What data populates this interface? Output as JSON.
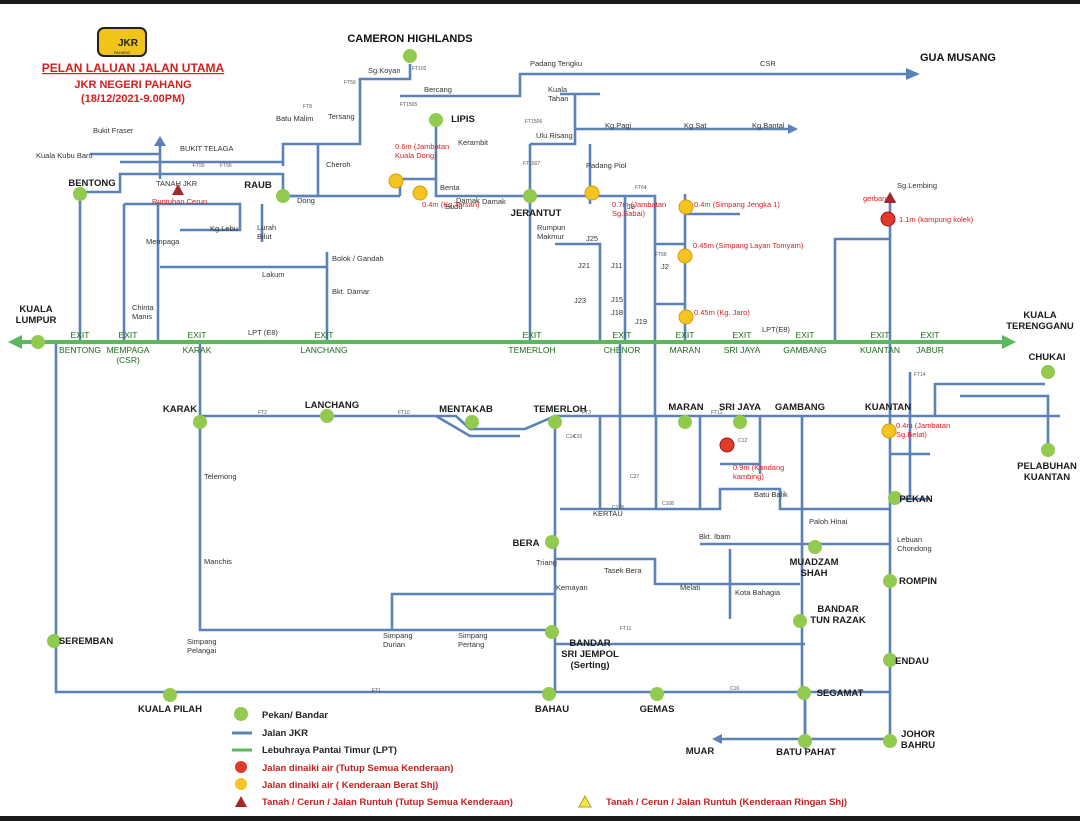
{
  "title": {
    "line1": "PELAN LALUAN JALAN UTAMA",
    "line2": "JKR NEGERI PAHANG",
    "line3": "(18/12/2021-9.00PM)",
    "logo_text": "JKR",
    "logo_sub": "PAHANG"
  },
  "colors": {
    "town": "#92c94f",
    "road": "#5b82b8",
    "lpt": "#5cb85c",
    "flood_all": "#e03a2a",
    "flood_heavy": "#f4c521",
    "landslide": "#a8262a",
    "text_red": "#d21f1f"
  },
  "towns": [
    {
      "name": "CAMERON HIGHLANDS"
    },
    {
      "name": "BENTONG"
    },
    {
      "name": "RAUB"
    },
    {
      "name": "LIPIS"
    },
    {
      "name": "JERANTUT"
    },
    {
      "name": "KUALA\nLUMPUR"
    },
    {
      "name": "KUALA\nTERENGGANU"
    },
    {
      "name": "CHUKAI"
    },
    {
      "name": "KARAK"
    },
    {
      "name": "LANCHANG"
    },
    {
      "name": "MENTAKAB"
    },
    {
      "name": "TEMERLOH"
    },
    {
      "name": "MARAN"
    },
    {
      "name": "SRI JAYA"
    },
    {
      "name": "GAMBANG"
    },
    {
      "name": "KUANTAN"
    },
    {
      "name": "PELABUHAN\nKUANTAN"
    },
    {
      "name": "PEKAN"
    },
    {
      "name": "MUADZAM\nSHAH"
    },
    {
      "name": "ROMPIN"
    },
    {
      "name": "BERA"
    },
    {
      "name": "BANDAR\nTUN RAZAK"
    },
    {
      "name": "BANDAR\nSRI JEMPOL\n(Serting)"
    },
    {
      "name": "SEREMBAN"
    },
    {
      "name": "ENDAU"
    },
    {
      "name": "SEGAMAT"
    },
    {
      "name": "KUALA PILAH"
    },
    {
      "name": "BAHAU"
    },
    {
      "name": "GEMAS"
    },
    {
      "name": "JOHOR\nBAHRU"
    },
    {
      "name": "BATU PAHAT"
    },
    {
      "name": "MUAR"
    },
    {
      "name": "GUA MUSANG"
    }
  ],
  "places": [
    "Sg.Koyan",
    "Bercang",
    "Tersang",
    "Padang Tengku",
    "CSR",
    "Kuala\nTahan",
    "Ulu Risang",
    "Kg.Pagi",
    "Kg.Sat",
    "Kg.Bantal",
    "Bukit Fraser",
    "Kuala Kubu Baru",
    "BUKIT TELAGA",
    "Batu Malim",
    "Cheroh",
    "Kerambit",
    "TANAH JKR",
    "Runtuhan Cerun",
    "Dong",
    "Kg.Lebu",
    "Lurah\nBilut",
    "Benta",
    "Budu",
    "Damak",
    "Padang Piol",
    "Mempaga",
    "Bolok / Gandah",
    "Lakum",
    "Bkt. Damar",
    "Chinta\nManis",
    "Rumpun\nMakmur",
    "Sg.Lembing",
    "gerbang",
    "Damak",
    "Telemong",
    "Manchis",
    "Simpang\nPelangai",
    "Simpang\nDurian",
    "Simpang\nPertang",
    "Triang",
    "Kemayan",
    "Tasek Bera",
    "Batu Balik",
    "Paloh Hinai",
    "Lebuan\nChondong",
    "Bkt. Ibam",
    "Kota Bahagia",
    "Melati",
    "KERTAU"
  ],
  "road_codes": [
    "FT102",
    "FT59",
    "FT1505",
    "FT8",
    "FT55",
    "FT56",
    "FT1506",
    "FT1507",
    "FT64",
    "FT68",
    "FT2",
    "FT10",
    "FT3",
    "FT12",
    "FT11",
    "FT1",
    "C16",
    "C12",
    "C14",
    "C27",
    "C108",
    "C128",
    "C15",
    "J8",
    "J11",
    "J15",
    "J18",
    "J19",
    "J25",
    "J21",
    "J23",
    "J2",
    "FT14"
  ],
  "exits": [
    {
      "label": "EXIT",
      "name": "BENTONG"
    },
    {
      "label": "EXIT",
      "name": "MEMPAGA\n(CSR)"
    },
    {
      "label": "EXIT",
      "name": "KARAK"
    },
    {
      "label": "EXIT",
      "name": "LANCHANG"
    },
    {
      "label": "EXIT",
      "name": "TEMERLOH"
    },
    {
      "label": "EXIT",
      "name": "CHENOR"
    },
    {
      "label": "EXIT",
      "name": "MARAN"
    },
    {
      "label": "EXIT",
      "name": "SRI JAYA"
    },
    {
      "label": "EXIT",
      "name": "GAMBANG"
    },
    {
      "label": "EXIT",
      "name": "KUANTAN"
    },
    {
      "label": "EXIT",
      "name": "JABUR"
    }
  ],
  "lpt_labels": [
    "LPT (E8)",
    "LPT(E8)"
  ],
  "floods": [
    {
      "level": "0.6m",
      "place": "(Jambatan\nKuala Dong)",
      "type": "heavy"
    },
    {
      "level": "0.4m",
      "place": "(Kg.Tersan)",
      "type": "heavy"
    },
    {
      "level": "0.7m",
      "place": "(Jambatan\nSg.Sabai)",
      "type": "heavy"
    },
    {
      "level": "0.4m",
      "place": "(Simpang Jengka 1)",
      "type": "heavy"
    },
    {
      "level": "0.45m",
      "place": "(Simpang Layan Tomyam)",
      "type": "heavy"
    },
    {
      "level": "0.45m",
      "place": "(Kg. Jaro)",
      "type": "heavy"
    },
    {
      "level": "1.1m",
      "place": "(kampung kolek)",
      "type": "all"
    },
    {
      "level": "0.9m",
      "place": "(Kandang\nkambing)",
      "type": "all"
    },
    {
      "level": "0.4m",
      "place": "(Jambatan\nSg.Belat)",
      "type": "heavy"
    }
  ],
  "legend": {
    "town": "Pekan/ Bandar",
    "road": "Jalan JKR",
    "lpt": "Lebuhraya Pantai Timur (LPT)",
    "flood_all": "Jalan dinaiki air (Tutup Semua Kenderaan)",
    "flood_heavy": "Jalan dinaiki air ( Kenderaan Berat Shj)",
    "slide_all": "Tanah / Cerun / Jalan  Runtuh (Tutup Semua Kenderaan)",
    "slide_light": "Tanah / Cerun / Jalan  Runtuh (Kenderaan Ringan Shj)"
  }
}
